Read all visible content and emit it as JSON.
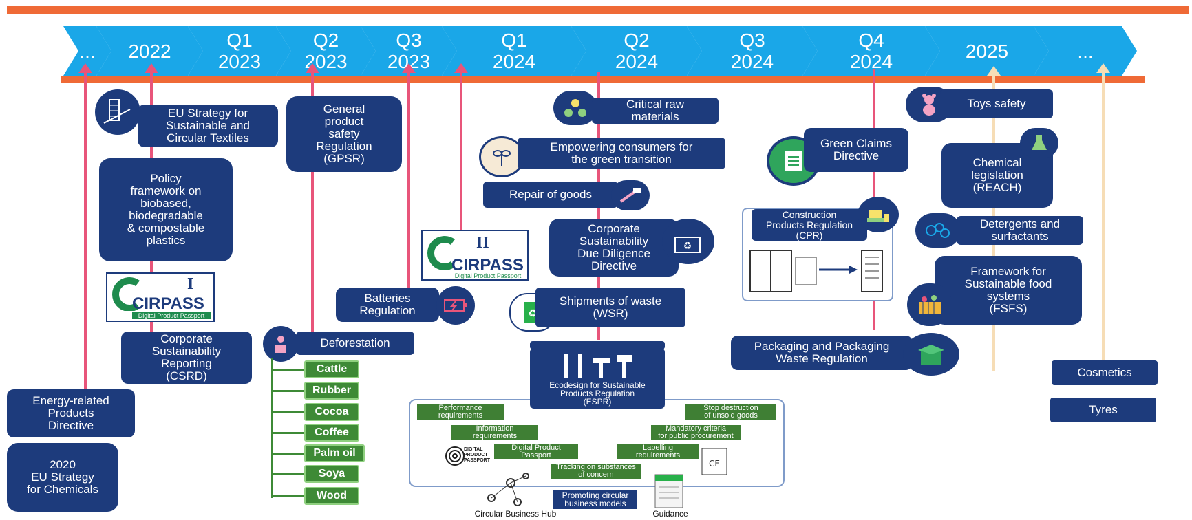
{
  "colors": {
    "accent_orange": "#ef6a36",
    "chevron": "#1aa7e8",
    "box_navy": "#1d3b7c",
    "line_pink": "#e8557a",
    "line_cream": "#f6ddb6",
    "green": "#3e8a36"
  },
  "timeline": {
    "periods": [
      {
        "label": "..."
      },
      {
        "label": "2022"
      },
      {
        "label": "Q1\n2023"
      },
      {
        "label": "Q2\n2023"
      },
      {
        "label": "Q3\n2023"
      },
      {
        "label": "Q1\n2024"
      },
      {
        "label": "Q2\n2024"
      },
      {
        "label": "Q3\n2024"
      },
      {
        "label": "Q4\n2024"
      },
      {
        "label": "2025"
      },
      {
        "label": "..."
      }
    ]
  },
  "items": {
    "eu_textiles": "EU Strategy for\nSustainable and\nCircular Textiles",
    "biobased": "Policy\nframework on\nbiobased,\nbiodegradable\n& compostable\nplastics",
    "csrd": "Corporate\nSustainability\nReporting\n(CSRD)",
    "energy_related": "Energy-related\nProducts\nDirective",
    "chemicals_2020": "2020\nEU Strategy\nfor Chemicals",
    "gpsr": "General\nproduct\nsafety\nRegulation\n(GPSR)",
    "deforestation": "Deforestation",
    "batteries": "Batteries\nRegulation",
    "critical_raw": "Critical raw\nmaterials",
    "empowering": "Empowering consumers for\nthe green transition",
    "repair": "Repair of goods",
    "csddd": "Corporate\nSustainability\nDue Diligence\nDirective",
    "wsr": "Shipments of waste\n(WSR)",
    "green_claims": "Green Claims\nDirective",
    "cpr": "Construction\nProducts Regulation\n(CPR)",
    "ppwr": "Packaging and Packaging\nWaste Regulation",
    "toys": "Toys safety",
    "reach": "Chemical\nlegislation\n(REACH)",
    "detergents": "Detergents and\nsurfactants",
    "fsfs": "Framework for\nSustainable food\nsystems\n(FSFS)",
    "cosmetics": "Cosmetics",
    "tyres": "Tyres"
  },
  "deforestation_commodities": [
    "Cattle",
    "Rubber",
    "Cocoa",
    "Coffee",
    "Palm oil",
    "Soya",
    "Wood"
  ],
  "cirpass": [
    {
      "numeral": "I",
      "word": "CIRPASS",
      "tagline": "Digital Product Passport"
    },
    {
      "numeral": "II",
      "word": "CIRPASS",
      "tagline": "Digital Product Passport"
    }
  ],
  "espr": {
    "title": "Ecodesign for Sustainable\nProducts Regulation\n(ESPR)",
    "left": [
      "Performance\nrequirements",
      "Information\nrequirements",
      "Digital Product\nPassport"
    ],
    "right": [
      "Stop destruction\nof unsold goods",
      "Mandatory criteria\nfor public procurement",
      "Labelling\nrequirements"
    ],
    "center": "Tracking on substances\nof concern",
    "promoting": "Promoting circular\nbusiness models",
    "hub": "Circular Business Hub",
    "guidance": "Guidance",
    "dpp_badge": "DIGITAL\nPRODUCT\nPASSPORT"
  }
}
